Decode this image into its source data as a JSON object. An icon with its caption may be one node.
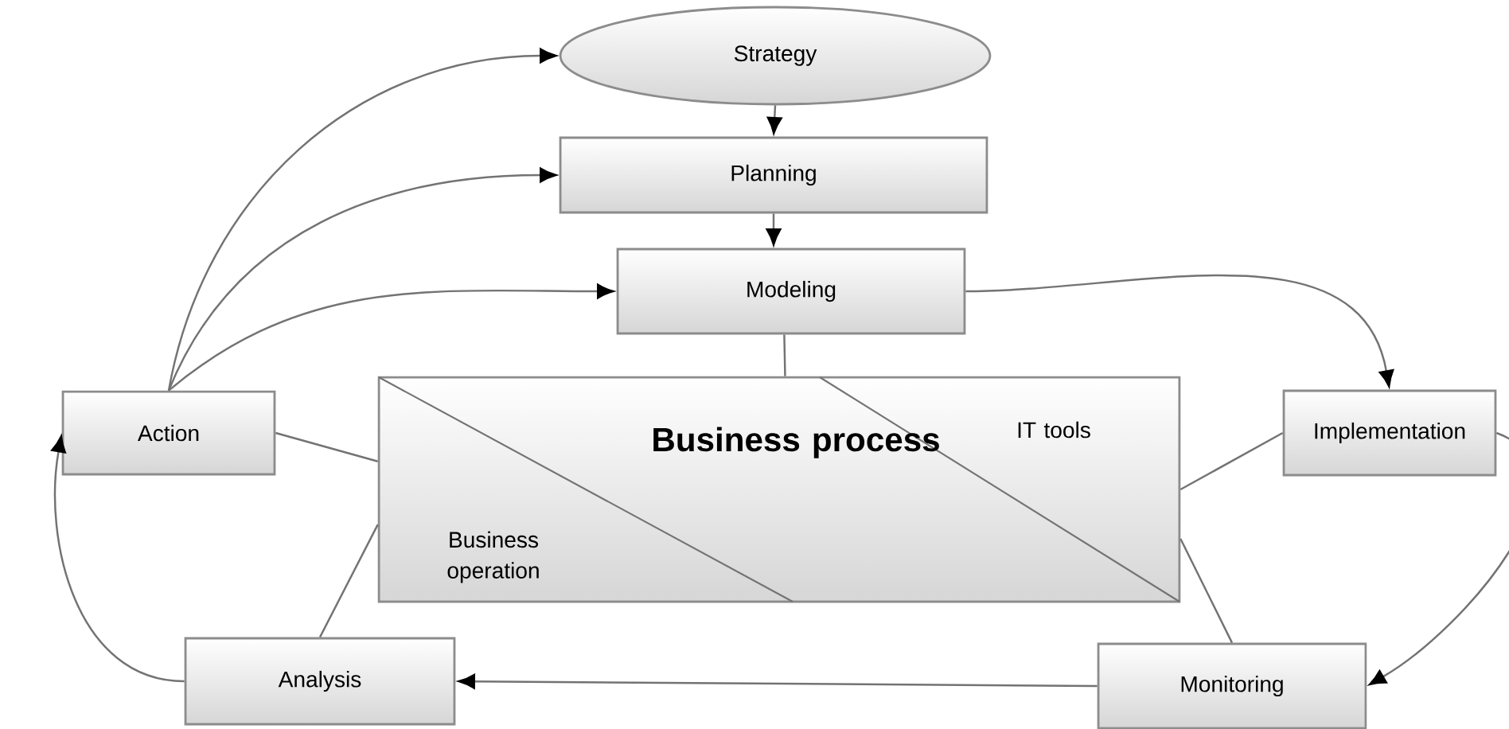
{
  "diagram": {
    "nodes": [
      {
        "text": [
          "Strategy"
        ]
      },
      {
        "text": [
          "Planning"
        ]
      },
      {
        "text": [
          "Modeling"
        ]
      },
      {
        "text": [
          "Action"
        ]
      },
      {
        "text": [
          "Business process",
          "Business operation",
          "IT tools"
        ]
      },
      {
        "text": [
          "Implementation"
        ]
      },
      {
        "text": [
          "Analysis"
        ]
      },
      {
        "text": [
          "Monitoring"
        ]
      }
    ],
    "edges": [
      {
        "from": 0,
        "to": 1,
        "arrow": "to"
      },
      {
        "from": 1,
        "to": 2,
        "arrow": "to"
      },
      {
        "from": 3,
        "to": 0,
        "arrow": "to"
      },
      {
        "from": 3,
        "to": 1,
        "arrow": "to"
      },
      {
        "from": 3,
        "to": 2,
        "arrow": "to"
      },
      {
        "from": 2,
        "to": 5,
        "arrow": "to"
      },
      {
        "from": 5,
        "to": 7,
        "arrow": "to"
      },
      {
        "from": 7,
        "to": 6,
        "arrow": "to"
      },
      {
        "from": 6,
        "to": 3,
        "arrow": "to"
      },
      {
        "from": 2,
        "to": 4,
        "arrow": "none"
      },
      {
        "from": 3,
        "to": 4,
        "arrow": "none"
      },
      {
        "from": 5,
        "to": 4,
        "arrow": "none"
      },
      {
        "from": 6,
        "to": 4,
        "arrow": "none"
      },
      {
        "from": 7,
        "to": 4,
        "arrow": "none"
      }
    ]
  }
}
